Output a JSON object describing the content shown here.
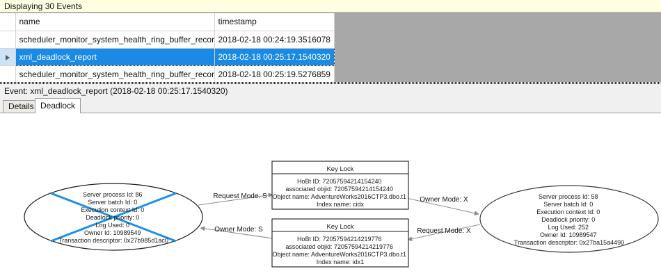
{
  "status_bar": {
    "text": "Displaying 30 Events"
  },
  "grid": {
    "columns": [
      "name",
      "timestamp"
    ],
    "rows": [
      {
        "selected": false,
        "marker": "",
        "name": "scheduler_monitor_system_health_ring_buffer_recorded",
        "timestamp": "2018-02-18 00:24:19.3516078"
      },
      {
        "selected": true,
        "marker": "row-selector-triangle",
        "name": "xml_deadlock_report",
        "timestamp": "2018-02-18 00:25:17.1540320"
      },
      {
        "selected": false,
        "marker": "",
        "name": "scheduler_monitor_system_health_ring_buffer_recorded",
        "timestamp": "2018-02-18 00:25:19.5276859"
      }
    ]
  },
  "event_header": {
    "text": "Event: xml_deadlock_report (2018-02-18 00:25:17.1540320)"
  },
  "tabs": [
    {
      "label": "Details",
      "active": false
    },
    {
      "label": "Deadlock",
      "active": true
    }
  ],
  "deadlock_graph": {
    "victim_marker_color": "#1e90e8",
    "processes": [
      {
        "id": "process-left",
        "is_victim": true,
        "lines": [
          "Server process Id: 86",
          "Server batch Id: 0",
          "Execution context Id: 0",
          "Deadlock priority: 0",
          "Log Used: 0",
          "Owner Id: 10989549",
          "Transaction descriptor: 0x27b985d1ac0"
        ]
      },
      {
        "id": "process-right",
        "is_victim": false,
        "lines": [
          "Server process Id: 58",
          "Server batch Id: 0",
          "Execution context Id: 0",
          "Deadlock priority: 0",
          "Log Used: 252",
          "Owner Id: 10989547",
          "Transaction descriptor: 0x27ba15a4490"
        ]
      }
    ],
    "resources": [
      {
        "id": "key-lock-top",
        "title": "Key Lock",
        "lines": [
          "HoBt ID: 72057594214154240",
          "associated objid: 72057594214154240",
          "Object name: AdventureWorks2016CTP3.dbo.t1",
          "Index name: cidx"
        ]
      },
      {
        "id": "key-lock-bottom",
        "title": "Key Lock",
        "lines": [
          "HoBt ID: 72057594214219776",
          "associated objid: 72057594214219776",
          "Object name: AdventureWorks2016CTP3.dbo.t1",
          "Index name: idx1"
        ]
      }
    ],
    "edges": [
      {
        "id": "edge-left-request-top",
        "label": "Request Mode: S"
      },
      {
        "id": "edge-top-owner-right",
        "label": "Owner Mode: X"
      },
      {
        "id": "edge-bottom-owner-left",
        "label": "Owner Mode: S"
      },
      {
        "id": "edge-right-request-bottom",
        "label": "Request Mode: X"
      }
    ]
  }
}
